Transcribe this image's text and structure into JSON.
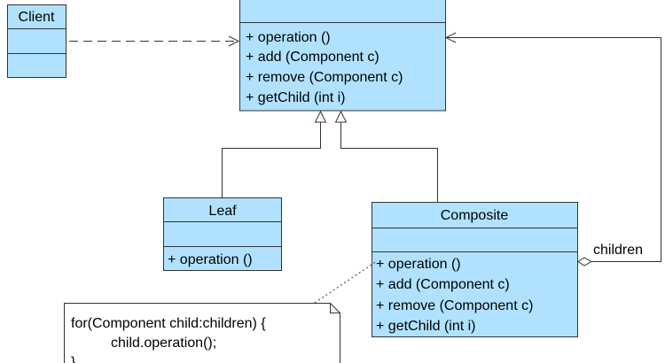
{
  "colors": {
    "class_fill": "#b0e2ff",
    "note_fill": "#ffffff",
    "line": "#333333"
  },
  "client": {
    "name": "Client"
  },
  "component": {
    "name": "",
    "methods": [
      "+  operation ()",
      "+  add (Component c)",
      "+  remove (Component c)",
      "+  getChild (int i)"
    ]
  },
  "leaf": {
    "name": "Leaf",
    "methods": [
      "+  operation ()"
    ]
  },
  "composite": {
    "name": "Composite",
    "methods": [
      "+  operation ()",
      "+  add (Component c)",
      "+  remove (Component c)",
      "+  getChild (int i)"
    ]
  },
  "association": {
    "role": "children"
  },
  "note": {
    "lines": [
      "for(Component child:children) {",
      "child.operation();",
      "}"
    ]
  }
}
